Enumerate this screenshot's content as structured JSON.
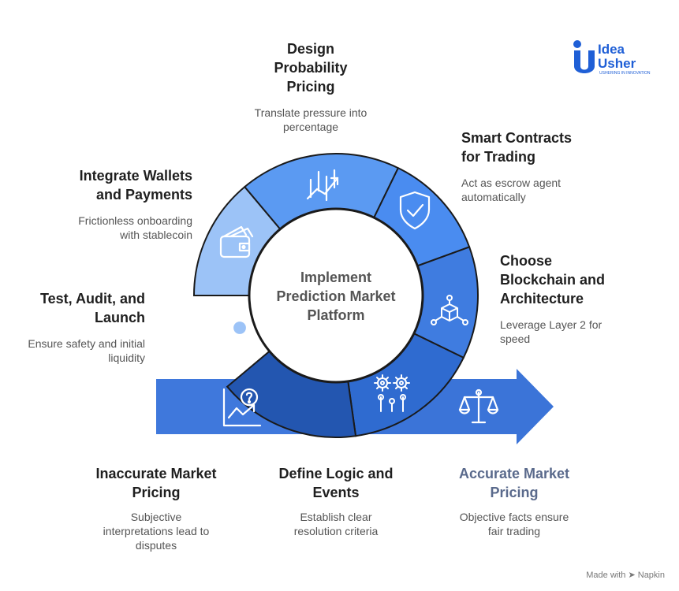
{
  "colors": {
    "seg_design": "#4a8cf0",
    "seg_smart": "#3f7ce0",
    "seg_choose": "#2f6bd0",
    "seg_define": "#2356b0",
    "seg_wallets": "#5b9af2",
    "seg_test": "#9cc3f7",
    "arrow_left": "#3f78dc",
    "arrow_right": "#3a74d8",
    "logo_blue": "#1f5fd6"
  },
  "center": {
    "line1": "Implement",
    "line2": "Prediction Market",
    "line3": "Platform"
  },
  "steps": {
    "design": {
      "title1": "Design",
      "title2": "Probability",
      "title3": "Pricing",
      "desc1": "Translate pressure into",
      "desc2": "percentage",
      "icon": "trend-chart-icon"
    },
    "smart": {
      "title1": "Smart Contracts",
      "title2": "for Trading",
      "desc1": "Act as escrow agent",
      "desc2": "automatically",
      "icon": "shield-check-icon"
    },
    "choose": {
      "title1": "Choose",
      "title2": "Blockchain and",
      "title3": "Architecture",
      "desc1": "Leverage Layer 2 for",
      "desc2": "speed",
      "icon": "blockchain-network-icon"
    },
    "wallets": {
      "title1": "Integrate Wallets",
      "title2": "and Payments",
      "desc1": "Frictionless onboarding",
      "desc2": "with stablecoin",
      "icon": "wallet-icon"
    },
    "test": {
      "title1": "Test, Audit, and",
      "title2": "Launch",
      "desc1": "Ensure safety and initial",
      "desc2": "liquidity",
      "icon": "code-search-icon"
    },
    "define": {
      "title1": "Define Logic and",
      "title2": "Events",
      "desc1": "Establish clear",
      "desc2": "resolution criteria",
      "icon": "gears-icon"
    },
    "inaccurate": {
      "title1": "Inaccurate Market",
      "title2": "Pricing",
      "desc1": "Subjective",
      "desc2": "interpretations lead to",
      "desc3": "disputes",
      "icon": "question-chart-icon"
    },
    "accurate": {
      "title1": "Accurate Market",
      "title2": "Pricing",
      "desc1": "Objective facts ensure",
      "desc2": "fair trading",
      "icon": "scales-icon"
    }
  },
  "logo": {
    "line1": "Idea",
    "line2": "Usher",
    "tagline": "USHERING IN INNOVATION"
  },
  "footer": {
    "made_with": "Made with",
    "brand": "Napkin"
  }
}
